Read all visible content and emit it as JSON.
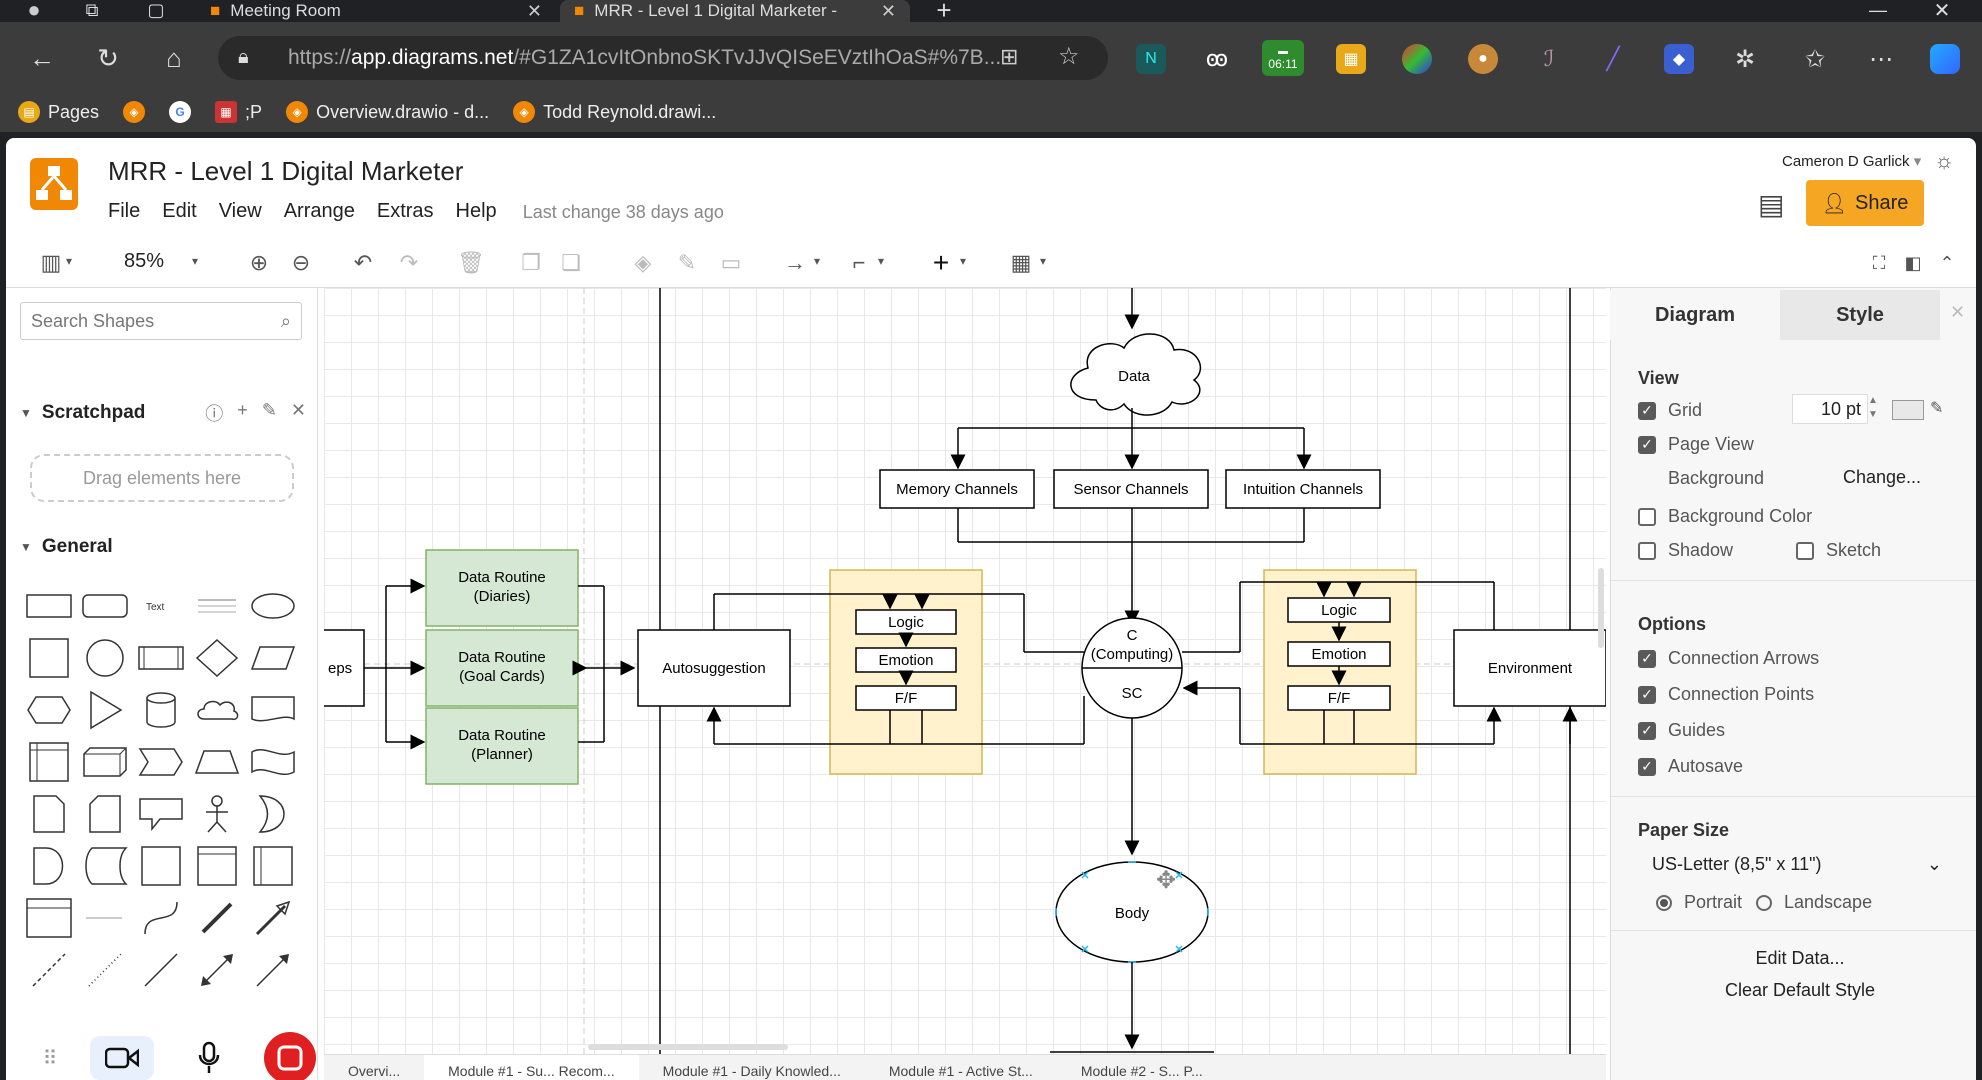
{
  "browser": {
    "tabs": [
      {
        "label": "Meeting Room",
        "active": false
      },
      {
        "label": "MRR - Level 1 Digital Marketer - ",
        "active": true
      }
    ],
    "url_prefix": "https://",
    "url_host": "app.diagrams.net",
    "url_path": "/#G1ZA1cvItOnbnoSKTvJJvQISeEVztIhOaS#%7B...",
    "clock_badge": "06:11",
    "bookmarks": [
      {
        "label": "Pages"
      },
      {
        "label": ""
      },
      {
        "label": ""
      },
      {
        "label": ";P"
      },
      {
        "label": "Overview.drawio - d..."
      },
      {
        "label": "Todd Reynold.drawi..."
      }
    ]
  },
  "app": {
    "title": "MRR - Level 1 Digital Marketer",
    "menu": [
      "File",
      "Edit",
      "View",
      "Arrange",
      "Extras",
      "Help"
    ],
    "last_change": "Last change 38 days ago",
    "user": "Cameron D Garlick",
    "share_label": "Share",
    "zoom": "85%"
  },
  "left_panel": {
    "search_placeholder": "Search Shapes",
    "scratchpad_title": "Scratchpad",
    "drag_hint": "Drag elements here",
    "general_title": "General"
  },
  "diagram": {
    "data_label": "Data",
    "channels": [
      "Memory Channels",
      "Sensor Channels",
      "Intuition Channels"
    ],
    "routines": [
      "Data Routine\n(Diaries)",
      "Data Routine\n(Goal Cards)",
      "Data Routine\n(Planner)"
    ],
    "left_partial": "eps",
    "autosuggestion": "Autosuggestion",
    "stack_left": [
      "Logic",
      "Emotion",
      "F/F"
    ],
    "stack_right": [
      "Logic",
      "Emotion",
      "F/F"
    ],
    "computing": "C\n(Computing)",
    "sc": "SC",
    "environment": "Environment",
    "body": "Body"
  },
  "page_tabs": [
    "Overvi...",
    "Module #1 - Su... Recom...",
    "Module #1 - Daily Knowled...",
    "Module #1 - Active St...",
    "Module #2 - S... P..."
  ],
  "right_panel": {
    "tabs": [
      "Diagram",
      "Style"
    ],
    "view_title": "View",
    "grid_label": "Grid",
    "grid_size": "10 pt",
    "page_view_label": "Page View",
    "background_label": "Background",
    "change_label": "Change...",
    "bg_color_label": "Background Color",
    "shadow_label": "Shadow",
    "sketch_label": "Sketch",
    "options_title": "Options",
    "options": [
      "Connection Arrows",
      "Connection Points",
      "Guides",
      "Autosave"
    ],
    "paper_title": "Paper Size",
    "paper_value": "US-Letter (8,5\" x 11\")",
    "portrait_label": "Portrait",
    "landscape_label": "Landscape",
    "edit_data_label": "Edit Data...",
    "clear_style_label": "Clear Default Style"
  },
  "colors": {
    "drawio_orange": "#f08705",
    "share_yellow": "#f5a623",
    "routine_green": "#d5e8d4",
    "stack_yellow": "#fff2cc"
  }
}
